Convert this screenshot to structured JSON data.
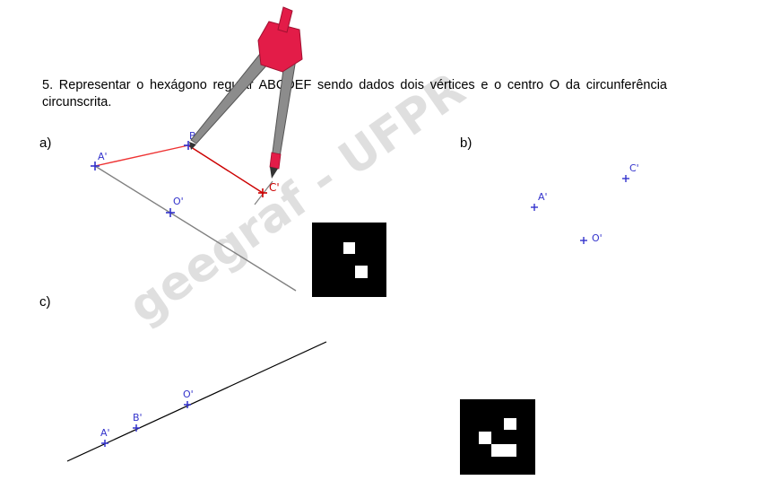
{
  "statement": "5. Representar o hexágono regular ABCDEF sendo dados dois vértices e o centro O da circunferência circunscrita.",
  "parts": {
    "a": "a)",
    "b": "b)",
    "c": "c)"
  },
  "watermark": "geegraf - UFPR",
  "labels": {
    "a": {
      "A": "A'",
      "B": "B'",
      "C": "C'",
      "O": "O'"
    },
    "b": {
      "A": "A'",
      "C": "C'",
      "O": "O'"
    },
    "c": {
      "A": "A'",
      "B": "B'",
      "O": "O'"
    }
  },
  "colors": {
    "construction_red": "#ee3333",
    "point_blue": "#3333cc",
    "compass_red": "#e31c48",
    "compass_grey": "#8c8c8c"
  }
}
